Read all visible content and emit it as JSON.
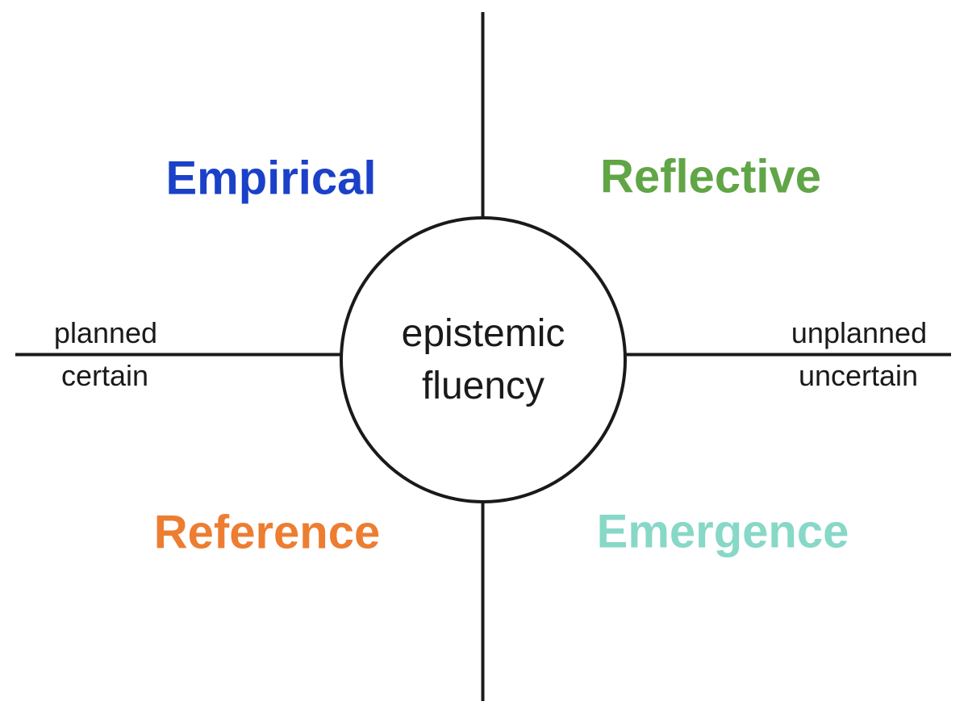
{
  "diagram": {
    "background_color": "#ffffff",
    "line_color": "#1a1a1a",
    "text_color": "#1a1a1a",
    "center_circle": {
      "line1": "epistemic",
      "line2": "fluency"
    },
    "quadrants": [
      {
        "id": "empirical",
        "label": "Empirical",
        "color": "#1a41c8",
        "position": "top-left"
      },
      {
        "id": "reflective",
        "label": "Reflective",
        "color": "#60a546",
        "position": "top-right"
      },
      {
        "id": "reference",
        "label": "Reference",
        "color": "#ed7d31",
        "position": "bottom-left"
      },
      {
        "id": "emergence",
        "label": "Emergence",
        "color": "#87d8c7",
        "position": "bottom-right"
      }
    ],
    "axis_labels": {
      "left_top": "planned",
      "left_bottom": "certain",
      "right_top": "unplanned",
      "right_bottom": "uncertain"
    }
  }
}
